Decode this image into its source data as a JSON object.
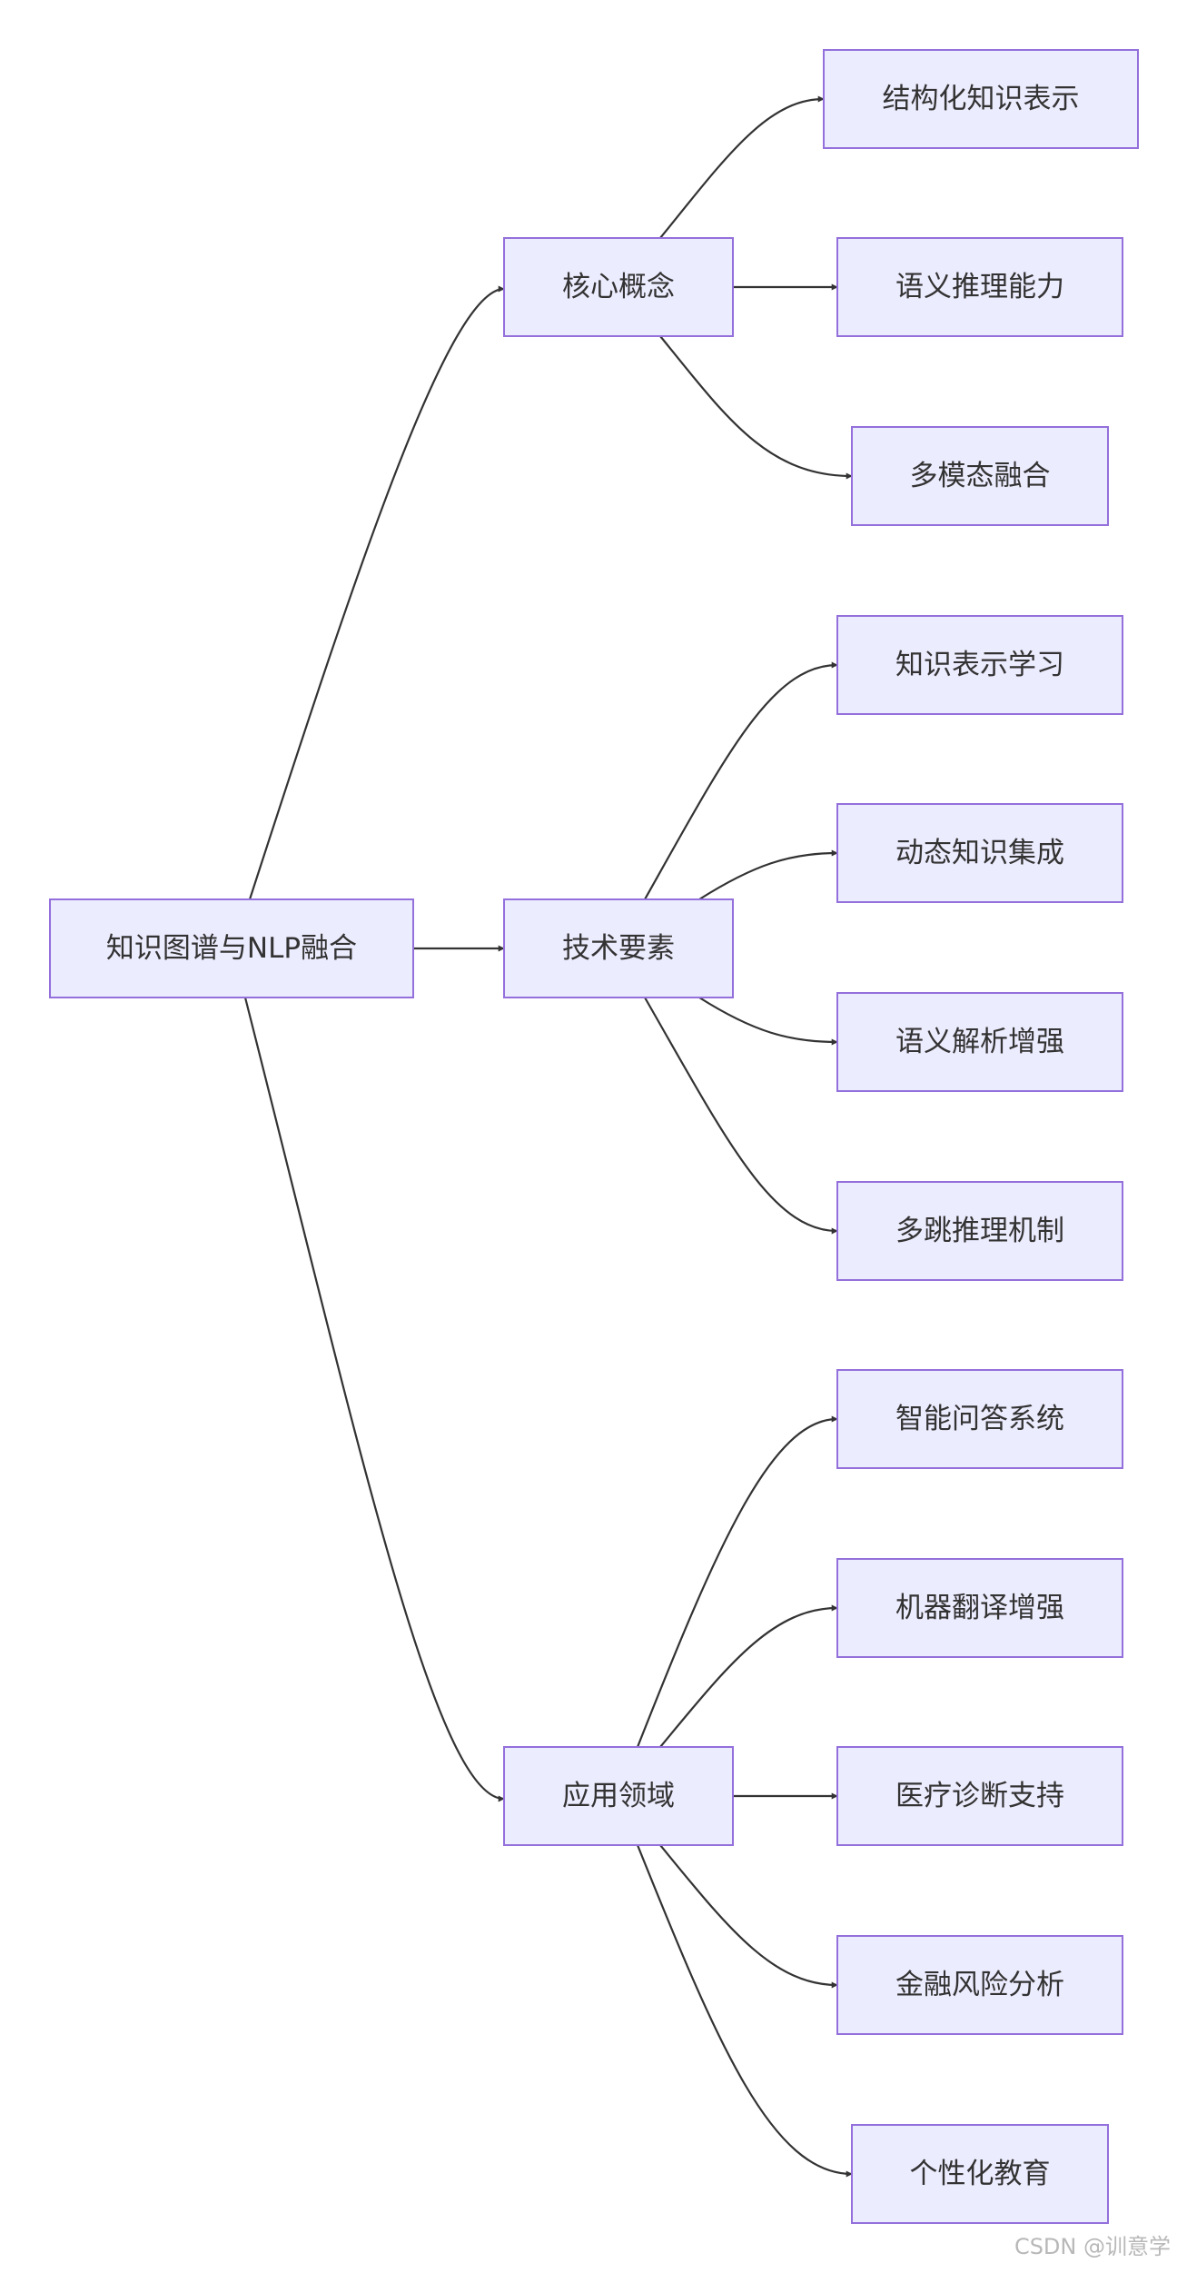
{
  "diagram": {
    "nodes": [
      {
        "id": "root",
        "label": "知识图谱与NLP融合"
      },
      {
        "id": "core",
        "label": "核心概念"
      },
      {
        "id": "tech",
        "label": "技术要素"
      },
      {
        "id": "app",
        "label": "应用领域"
      },
      {
        "id": "c1",
        "label": "结构化知识表示"
      },
      {
        "id": "c2",
        "label": "语义推理能力"
      },
      {
        "id": "c3",
        "label": "多模态融合"
      },
      {
        "id": "t1",
        "label": "知识表示学习"
      },
      {
        "id": "t2",
        "label": "动态知识集成"
      },
      {
        "id": "t3",
        "label": "语义解析增强"
      },
      {
        "id": "t4",
        "label": "多跳推理机制"
      },
      {
        "id": "a1",
        "label": "智能问答系统"
      },
      {
        "id": "a2",
        "label": "机器翻译增强"
      },
      {
        "id": "a3",
        "label": "医疗诊断支持"
      },
      {
        "id": "a4",
        "label": "金融风险分析"
      },
      {
        "id": "a5",
        "label": "个性化教育"
      }
    ],
    "edges": [
      {
        "from": "root",
        "to": "core"
      },
      {
        "from": "root",
        "to": "tech"
      },
      {
        "from": "root",
        "to": "app"
      },
      {
        "from": "core",
        "to": "c1"
      },
      {
        "from": "core",
        "to": "c2"
      },
      {
        "from": "core",
        "to": "c3"
      },
      {
        "from": "tech",
        "to": "t1"
      },
      {
        "from": "tech",
        "to": "t2"
      },
      {
        "from": "tech",
        "to": "t3"
      },
      {
        "from": "tech",
        "to": "t4"
      },
      {
        "from": "app",
        "to": "a1"
      },
      {
        "from": "app",
        "to": "a2"
      },
      {
        "from": "app",
        "to": "a3"
      },
      {
        "from": "app",
        "to": "a4"
      },
      {
        "from": "app",
        "to": "a5"
      }
    ],
    "colors": {
      "node_fill": "#ececff",
      "node_stroke": "#9370db",
      "edge": "#333333",
      "text": "#333333"
    }
  },
  "watermark": "CSDN @训意学"
}
